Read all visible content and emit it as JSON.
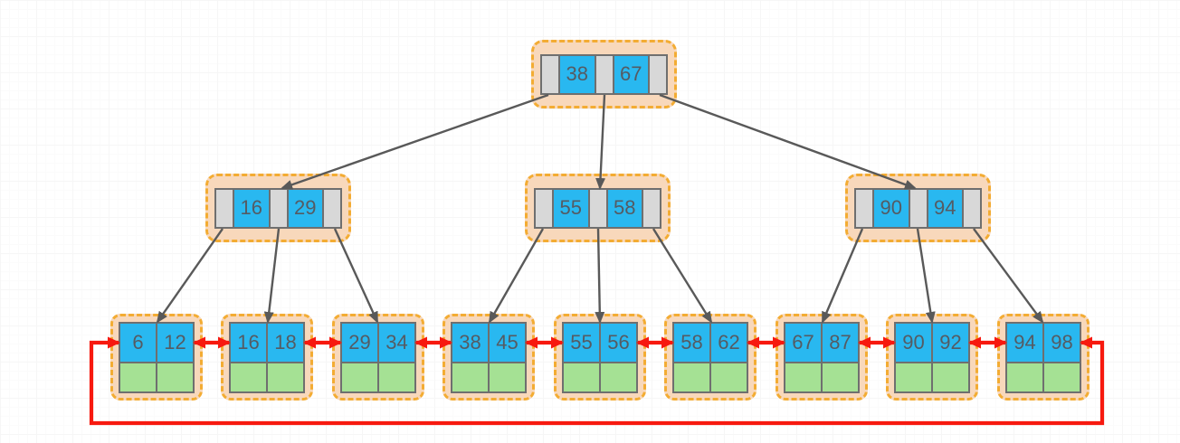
{
  "diagram": {
    "type": "b-plus-tree",
    "root": {
      "keys": [
        "38",
        "67"
      ]
    },
    "internal": [
      {
        "keys": [
          "16",
          "29"
        ]
      },
      {
        "keys": [
          "55",
          "58"
        ]
      },
      {
        "keys": [
          "90",
          "94"
        ]
      }
    ],
    "leaves": [
      {
        "keys": [
          "6",
          "12"
        ]
      },
      {
        "keys": [
          "16",
          "18"
        ]
      },
      {
        "keys": [
          "29",
          "34"
        ]
      },
      {
        "keys": [
          "38",
          "45"
        ]
      },
      {
        "keys": [
          "55",
          "56"
        ]
      },
      {
        "keys": [
          "58",
          "62"
        ]
      },
      {
        "keys": [
          "67",
          "87"
        ]
      },
      {
        "keys": [
          "90",
          "92"
        ]
      },
      {
        "keys": [
          "94",
          "98"
        ]
      }
    ],
    "colors": {
      "container_fill": "#f8d8bb",
      "container_border": "#f3ac33",
      "key_cell": "#29b8f0",
      "pointer_cell": "#d8d8d8",
      "record_cell": "#a5e194",
      "cell_border": "#6f6f6f",
      "key_text": "#555b63",
      "tree_edge": "#595959",
      "leaf_link": "#f7190f"
    }
  }
}
